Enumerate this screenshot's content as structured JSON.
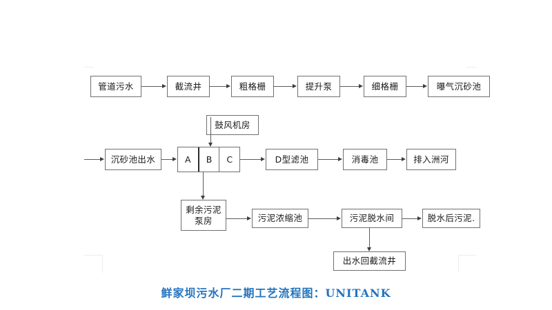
{
  "diagram": {
    "title_caption": "鲜家坝污水厂二期工艺流程图：UNITANK",
    "caption_color": "#2273bd",
    "box_border_color": "#6f6f6f",
    "connector_color": "#5a5a5a",
    "background": "#ffffff",
    "rows": {
      "row1_label": "preliminary-treatment-line",
      "row2_label": "biological-and-tertiary-treatment-line",
      "row3_label": "sludge-treatment-line"
    },
    "nodes": {
      "pipe_sewage": "管道污水",
      "intercepting_well": "截流井",
      "coarse_screen": "粗格栅",
      "lift_pump": "提升泵",
      "fine_screen": "细格栅",
      "aerated_grit_chamber": "曝气沉砂池",
      "grit_chamber_effluent": "沉砂池出水",
      "blower_room": "鼓风机房",
      "unitank_a": "A",
      "unitank_b": "B",
      "unitank_c": "C",
      "d_type_filter": "D型滤池",
      "disinfection_tank": "消毒池",
      "discharge_to_zhou_river": "排入洲河",
      "excess_sludge_pump_house": "剩余污泥\n泵房",
      "sludge_thickening_tank": "污泥浓缩池",
      "sludge_dewatering_room": "污泥脱水间",
      "dewatered_sludge": "脱水后污泥.",
      "effluent_back_to_intercepting_well": "出水回截流井"
    }
  }
}
